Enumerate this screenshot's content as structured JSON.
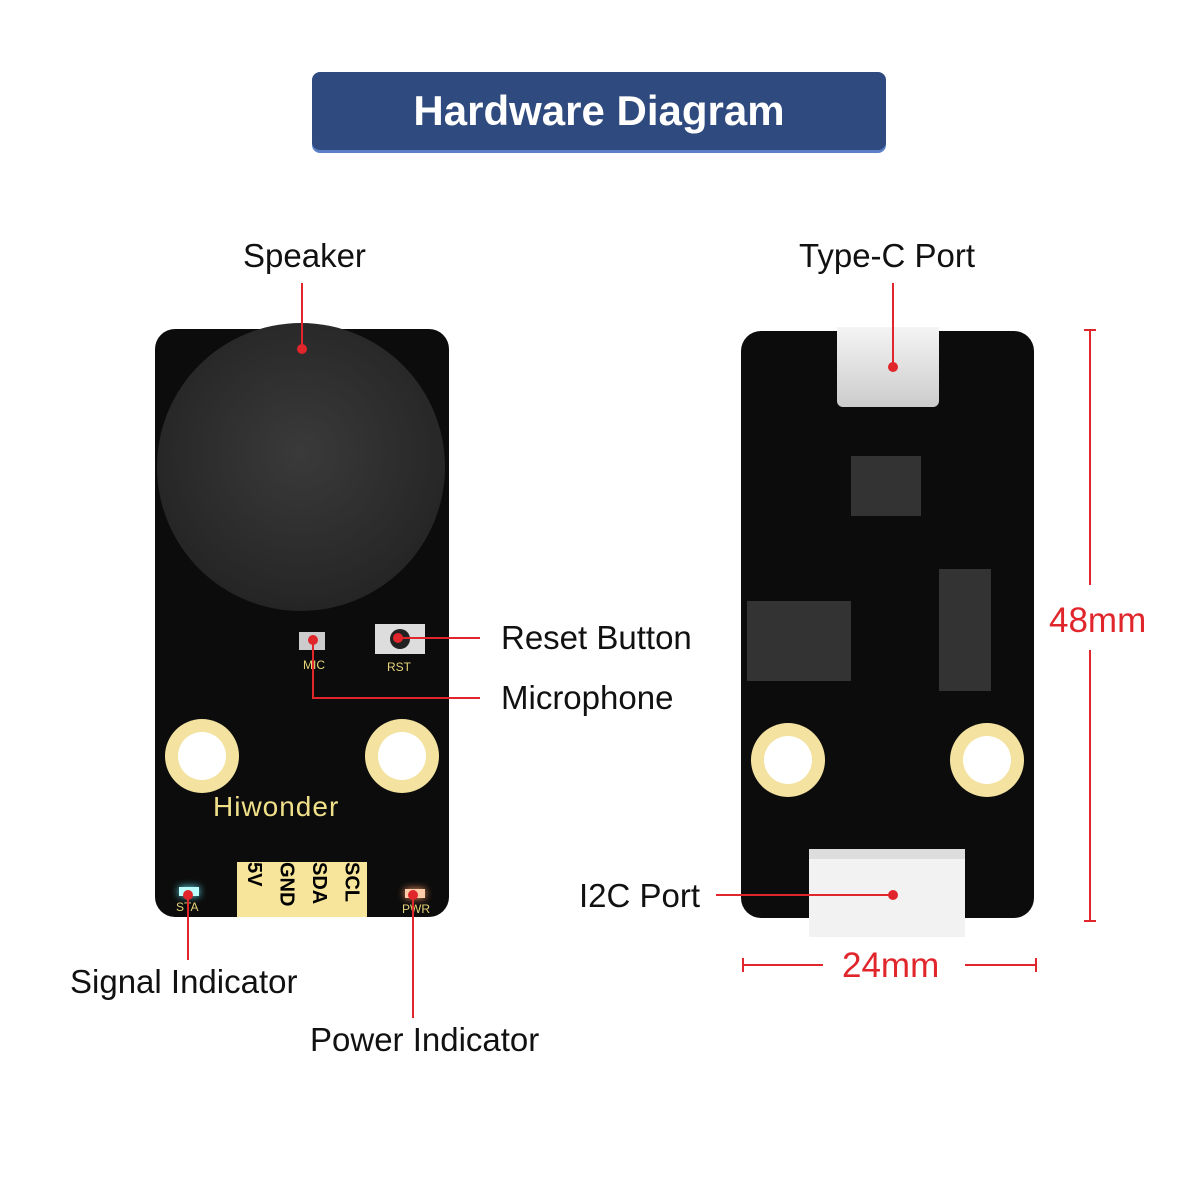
{
  "title": "Hardware Diagram",
  "labels": {
    "speaker": "Speaker",
    "reset_button": "Reset Button",
    "microphone": "Microphone",
    "signal_indicator": "Signal Indicator",
    "power_indicator": "Power Indicator",
    "type_c_port": "Type-C Port",
    "i2c_port": "I2C Port"
  },
  "silkscreen": {
    "mic": "MIC",
    "rst": "RST",
    "sta": "STA",
    "pwr": "PWR",
    "brand": "Hiwonder",
    "pins": [
      "SCL",
      "SDA",
      "GND",
      "5V"
    ]
  },
  "dimensions": {
    "height": "48mm",
    "width": "24mm"
  },
  "colors": {
    "header": "#2f4a7e",
    "accent": "#e0252b"
  }
}
